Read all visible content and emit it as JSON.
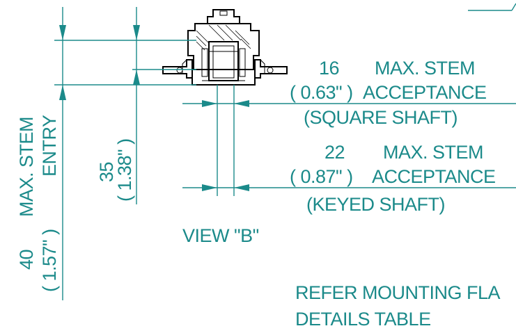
{
  "colors": {
    "dimension": "#1b8a8a",
    "part_outline": "#000000",
    "background": "#ffffff"
  },
  "dimensions": {
    "square_shaft": {
      "mm": "16",
      "inch": "( 0.63\" )",
      "line1": "MAX. STEM",
      "line2": "ACCEPTANCE",
      "shaft": "(SQUARE SHAFT)"
    },
    "keyed_shaft": {
      "mm": "22",
      "inch": "( 0.87\" )",
      "line1": "MAX. STEM",
      "line2": "ACCEPTANCE",
      "shaft": "(KEYED SHAFT)"
    },
    "height_35": {
      "mm": "35",
      "inch": "( 1.38\" )"
    },
    "height_40": {
      "mm": "40",
      "inch": "( 1.57\" )",
      "label_line1": "MAX. STEM",
      "label_line2": "ENTRY"
    }
  },
  "view_label": "VIEW \"B\"",
  "note": {
    "line1": "REFER MOUNTING FLA",
    "line2": "DETAILS TABLE"
  }
}
